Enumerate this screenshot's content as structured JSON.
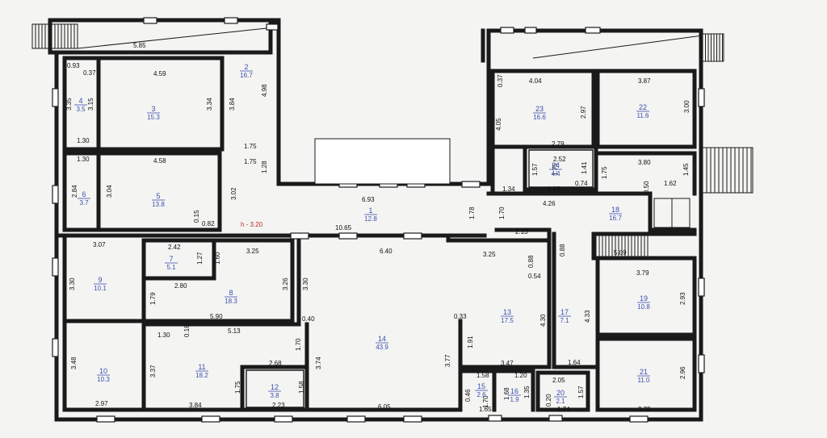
{
  "plan": {
    "height_label": "h - 3.20",
    "dimensions": [
      {
        "id": "d1",
        "text": "5.85"
      },
      {
        "id": "d2",
        "text": "0.93"
      },
      {
        "id": "d3",
        "text": "0.37"
      },
      {
        "id": "d4",
        "text": "4.59"
      },
      {
        "id": "d5",
        "text": "3.35"
      },
      {
        "id": "d6",
        "text": "3.15"
      },
      {
        "id": "d7",
        "text": "3.34"
      },
      {
        "id": "d8",
        "text": "3.84"
      },
      {
        "id": "d9",
        "text": "4.98"
      },
      {
        "id": "d10",
        "text": "1.30"
      },
      {
        "id": "d11",
        "text": "1.75"
      },
      {
        "id": "d12",
        "text": "1.75"
      },
      {
        "id": "d13",
        "text": "1.28"
      },
      {
        "id": "d14",
        "text": "1.30"
      },
      {
        "id": "d15",
        "text": "4.58"
      },
      {
        "id": "d16",
        "text": "2.84"
      },
      {
        "id": "d17",
        "text": "3.04"
      },
      {
        "id": "d18",
        "text": "3.02"
      },
      {
        "id": "d19",
        "text": "0.15"
      },
      {
        "id": "d20",
        "text": "0.82"
      },
      {
        "id": "d21",
        "text": "6.93"
      },
      {
        "id": "d22",
        "text": "10.65"
      },
      {
        "id": "d23",
        "text": "1.78"
      },
      {
        "id": "d24",
        "text": "1.70"
      },
      {
        "id": "d25",
        "text": "4.04"
      },
      {
        "id": "d26",
        "text": "0.37"
      },
      {
        "id": "d27",
        "text": "4.05"
      },
      {
        "id": "d28",
        "text": "2.97"
      },
      {
        "id": "d29",
        "text": "3.87"
      },
      {
        "id": "d30",
        "text": "3.00"
      },
      {
        "id": "d31",
        "text": "2.79"
      },
      {
        "id": "d32",
        "text": "2.52"
      },
      {
        "id": "d33",
        "text": "1.57"
      },
      {
        "id": "d34",
        "text": "1.75"
      },
      {
        "id": "d35",
        "text": "1.41"
      },
      {
        "id": "d36",
        "text": "1.34"
      },
      {
        "id": "d37",
        "text": "1.68"
      },
      {
        "id": "d38",
        "text": "0.74"
      },
      {
        "id": "d39",
        "text": "1.75"
      },
      {
        "id": "d40",
        "text": "3.80"
      },
      {
        "id": "d41",
        "text": "1.45"
      },
      {
        "id": "d42",
        "text": "1.62"
      },
      {
        "id": "d43",
        "text": "4.26"
      },
      {
        "id": "d44",
        "text": "2.13"
      },
      {
        "id": "d45",
        "text": "0.50"
      },
      {
        "id": "d46",
        "text": "5.09"
      },
      {
        "id": "d47",
        "text": "3.07"
      },
      {
        "id": "d48",
        "text": "2.42"
      },
      {
        "id": "d49",
        "text": "1.27"
      },
      {
        "id": "d50",
        "text": "1.60"
      },
      {
        "id": "d51",
        "text": "3.25"
      },
      {
        "id": "d52",
        "text": "6.40"
      },
      {
        "id": "d53",
        "text": "3.25"
      },
      {
        "id": "d54",
        "text": "0.88"
      },
      {
        "id": "d55",
        "text": "0.88"
      },
      {
        "id": "d56",
        "text": "0.54"
      },
      {
        "id": "d57",
        "text": "3.79"
      },
      {
        "id": "d58",
        "text": "3.30"
      },
      {
        "id": "d59",
        "text": "2.80"
      },
      {
        "id": "d60",
        "text": "1.79"
      },
      {
        "id": "d61",
        "text": "3.26"
      },
      {
        "id": "d62",
        "text": "3.30"
      },
      {
        "id": "d63",
        "text": "2.93"
      },
      {
        "id": "d64",
        "text": "5.90"
      },
      {
        "id": "d65",
        "text": "0.40"
      },
      {
        "id": "d66",
        "text": "0.33"
      },
      {
        "id": "d67",
        "text": "4.30"
      },
      {
        "id": "d68",
        "text": "4.33"
      },
      {
        "id": "d69",
        "text": "1.30"
      },
      {
        "id": "d70",
        "text": "0.18"
      },
      {
        "id": "d71",
        "text": "5.13"
      },
      {
        "id": "d72",
        "text": "1.70"
      },
      {
        "id": "d73",
        "text": "1.91"
      },
      {
        "id": "d74",
        "text": "3.48"
      },
      {
        "id": "d75",
        "text": "3.37"
      },
      {
        "id": "d76",
        "text": "2.68"
      },
      {
        "id": "d77",
        "text": "3.74"
      },
      {
        "id": "d78",
        "text": "3.77"
      },
      {
        "id": "d79",
        "text": "3.47"
      },
      {
        "id": "d80",
        "text": "1.64"
      },
      {
        "id": "d81",
        "text": "2.96"
      },
      {
        "id": "d82",
        "text": "1.75"
      },
      {
        "id": "d83",
        "text": "1.58"
      },
      {
        "id": "d84",
        "text": "1.58"
      },
      {
        "id": "d85",
        "text": "1.20"
      },
      {
        "id": "d86",
        "text": "2.05"
      },
      {
        "id": "d87",
        "text": "1.57"
      },
      {
        "id": "d88",
        "text": "1.68"
      },
      {
        "id": "d89",
        "text": "1.35"
      },
      {
        "id": "d90",
        "text": "0.46"
      },
      {
        "id": "d91",
        "text": "1.70"
      },
      {
        "id": "d92",
        "text": "0.20"
      },
      {
        "id": "d93",
        "text": "2.97"
      },
      {
        "id": "d94",
        "text": "3.84"
      },
      {
        "id": "d95",
        "text": "2.23"
      },
      {
        "id": "d96",
        "text": "6.05"
      },
      {
        "id": "d97",
        "text": "1.65"
      },
      {
        "id": "d98",
        "text": "1.74"
      },
      {
        "id": "d99",
        "text": "3.79"
      }
    ],
    "rooms": [
      {
        "id": "r1",
        "no": "1",
        "area": "12.8"
      },
      {
        "id": "r2",
        "no": "2",
        "area": "16.7"
      },
      {
        "id": "r3",
        "no": "3",
        "area": "15.3"
      },
      {
        "id": "r4",
        "no": "4",
        "area": "3.5"
      },
      {
        "id": "r5",
        "no": "5",
        "area": "13.8"
      },
      {
        "id": "r6",
        "no": "6",
        "area": "3.7"
      },
      {
        "id": "r7",
        "no": "7",
        "area": "5.1"
      },
      {
        "id": "r8",
        "no": "8",
        "area": "18.3"
      },
      {
        "id": "r9",
        "no": "9",
        "area": "10.1"
      },
      {
        "id": "r10",
        "no": "10",
        "area": "10.3"
      },
      {
        "id": "r11",
        "no": "11",
        "area": "18.2"
      },
      {
        "id": "r12",
        "no": "12",
        "area": "3.8"
      },
      {
        "id": "r13",
        "no": "13",
        "area": "17.5"
      },
      {
        "id": "r14",
        "no": "14",
        "area": "43.9"
      },
      {
        "id": "r15",
        "no": "15",
        "area": "2.6"
      },
      {
        "id": "r16",
        "no": "16",
        "area": "1.9"
      },
      {
        "id": "r17",
        "no": "17",
        "area": "7.1"
      },
      {
        "id": "r18",
        "no": "18",
        "area": "16.7"
      },
      {
        "id": "r19",
        "no": "19",
        "area": "10.8"
      },
      {
        "id": "r20",
        "no": "20",
        "area": "2.1"
      },
      {
        "id": "r21",
        "no": "21",
        "area": "11.0"
      },
      {
        "id": "r22",
        "no": "22",
        "area": "11.6"
      },
      {
        "id": "r23",
        "no": "23",
        "area": "16.6"
      },
      {
        "id": "r24",
        "no": "24",
        "area": "4.4"
      }
    ]
  }
}
